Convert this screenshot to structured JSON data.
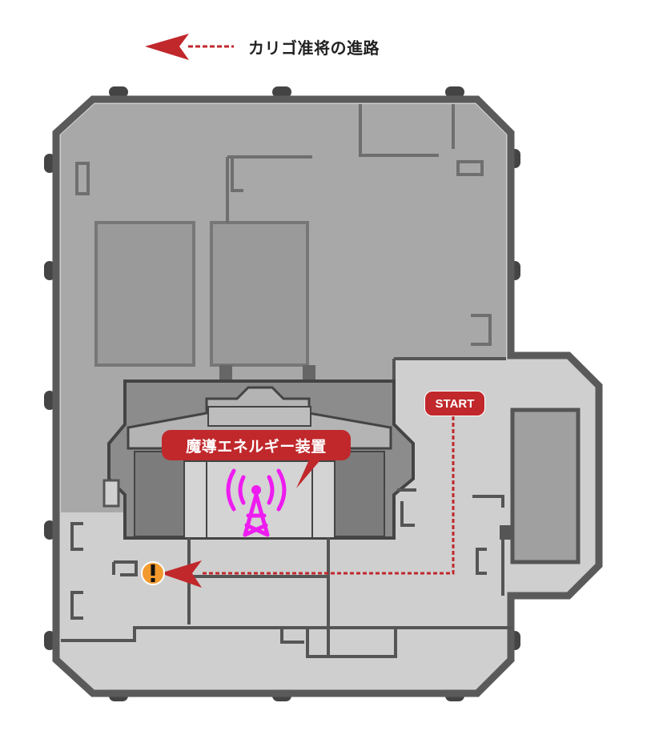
{
  "legend": {
    "text": "カリゴ准将の進路",
    "arrow_color": "#c0282c"
  },
  "markers": {
    "start_label": "START",
    "device_label": "魔導エネルギー装置"
  },
  "colors": {
    "route": "#c0282c",
    "antenna": "#ee1cf0",
    "alert": "#f39a2e",
    "wall": "#555555",
    "floor_dark": "#a9a9a9",
    "floor_light": "#cfcfcf"
  },
  "icons": {
    "antenna": "radio-tower-icon",
    "alert": "exclamation-icon"
  }
}
